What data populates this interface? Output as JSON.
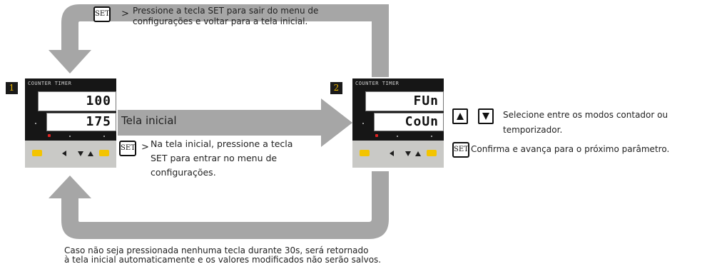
{
  "steps": [
    {
      "number": "1",
      "brand": "COUNTER TIMER",
      "display_top": "100",
      "display_bottom": "175"
    },
    {
      "number": "2",
      "brand": "COUNTER TIMER",
      "display_top": "FUn",
      "display_bottom": "CoUn"
    }
  ],
  "keys": {
    "set_label": "SET",
    "greater": ">"
  },
  "top_note": {
    "line1": "Pressione a tecla SET para sair do menu de",
    "line2": "configurações e voltar para a tela inicial."
  },
  "home_label": "Tela inicial",
  "home_note": {
    "line1": "Na tela inicial, pressione a tecla",
    "line2": "SET para entrar no menu de",
    "line3": "configurações."
  },
  "right_notes": {
    "arrows_line1": "Selecione entre os modos contador ou",
    "arrows_line2": "temporizador.",
    "set_text": "Confirma e avança para o próximo parâmetro."
  },
  "bottom_note": {
    "line1": "Caso não seja pressionada nenhuma tecla durante 30s, será retornado",
    "line2": "à tela inicial automaticamente e os valores modificados não serão salvos."
  },
  "colors": {
    "arrow": "#a6a6a6",
    "badge": "#1a1a1a",
    "badge_text": "#e8b400",
    "keypad": "#c9c9c6",
    "key_yellow": "#f3c400"
  }
}
